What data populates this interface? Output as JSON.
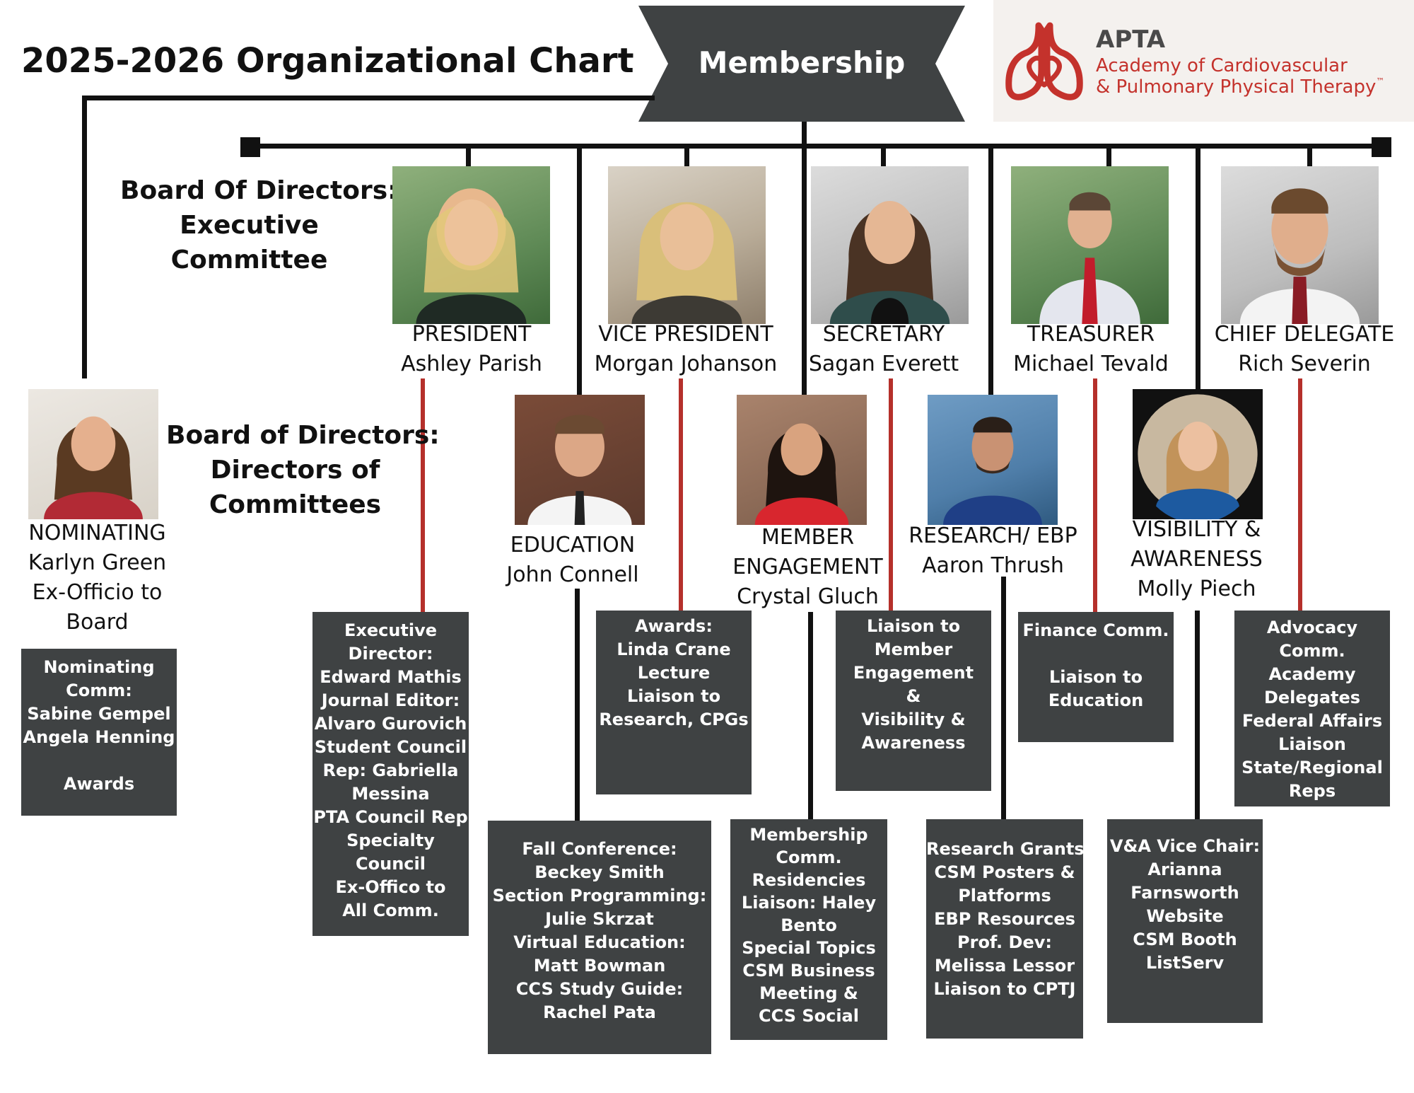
{
  "title": "2025-2026 Organizational Chart",
  "banner": "Membership",
  "logo": {
    "org": "APTA",
    "line1": "Academy of Cardiovascular",
    "line2": "& Pulmonary Physical Therapy",
    "tm": "™",
    "color": "#c4322c"
  },
  "headings": {
    "executive": [
      "Board Of Directors:",
      "Executive",
      "Committee"
    ],
    "directors": [
      "Board of Directors:",
      "Directors of",
      "Committees"
    ]
  },
  "executive": [
    {
      "role": "PRESIDENT",
      "name": "Ashley Parish"
    },
    {
      "role": "VICE PRESIDENT",
      "name": "Morgan Johanson"
    },
    {
      "role": "SECRETARY",
      "name": "Sagan Everett"
    },
    {
      "role": "TREASURER",
      "name": "Michael Tevald"
    },
    {
      "role": "CHIEF DELEGATE",
      "name": "Rich Severin"
    }
  ],
  "nominating": {
    "lines": [
      "NOMINATING",
      "Karlyn Green",
      "Ex-Officio to",
      "Board"
    ]
  },
  "directors": [
    {
      "lines": [
        "EDUCATION",
        "John Connell"
      ]
    },
    {
      "lines": [
        "MEMBER",
        "ENGAGEMENT",
        "Crystal Gluch"
      ]
    },
    {
      "lines": [
        "RESEARCH/ EBP",
        "Aaron Thrush"
      ]
    },
    {
      "lines": [
        "VISIBILITY &",
        "AWARENESS",
        "Molly Piech"
      ]
    }
  ],
  "boxes": {
    "nominating": [
      "Nominating",
      "Comm:",
      "Sabine Gempel",
      "Angela Henning",
      "",
      "Awards"
    ],
    "president": [
      "Executive",
      "Director:",
      "Edward Mathis",
      "Journal Editor:",
      "Alvaro Gurovich",
      "Student Council",
      "Rep: Gabriella",
      "Messina",
      "PTA Council Rep",
      "Specialty",
      "Council",
      "Ex-Offico to",
      "All Comm."
    ],
    "vp": [
      "Awards:",
      "Linda Crane",
      "Lecture",
      "Liaison to",
      "Research, CPGs"
    ],
    "secretary": [
      "Liaison to",
      "Member",
      "Engagement",
      "&",
      "Visibility &",
      "Awareness"
    ],
    "treasurer": [
      "Finance Comm.",
      "",
      "Liaison to",
      "Education"
    ],
    "chief": [
      "Advocacy",
      "Comm.",
      "Academy",
      "Delegates",
      "Federal Affairs",
      "Liaison",
      "State/Regional",
      "Reps"
    ],
    "education": [
      "Fall Conference:",
      "Beckey Smith",
      "Section Programming:",
      "Julie Skrzat",
      "Virtual Education:",
      "Matt Bowman",
      "CCS Study Guide:",
      "Rachel Pata"
    ],
    "membership": [
      "Membership",
      "Comm.",
      "Residencies",
      "Liaison: Haley",
      "Bento",
      "Special Topics",
      "CSM Business",
      "Meeting &",
      "CCS Social"
    ],
    "research": [
      "Research Grants",
      "CSM Posters &",
      "Platforms",
      "EBP Resources",
      "Prof. Dev:",
      "Melissa Lessor",
      "Liaison to CPTJ"
    ],
    "visibility": [
      "V&A Vice Chair:",
      "Arianna",
      "Farnsworth",
      "Website",
      "CSM Booth",
      "ListServ"
    ]
  },
  "colors": {
    "box": "#3f4243",
    "red_line": "#b5302b",
    "banner": "#3f4243",
    "logo_bg": "#f4f1ee"
  },
  "icons": [
    "person-photo",
    "logo-lungs-heart-icon"
  ]
}
